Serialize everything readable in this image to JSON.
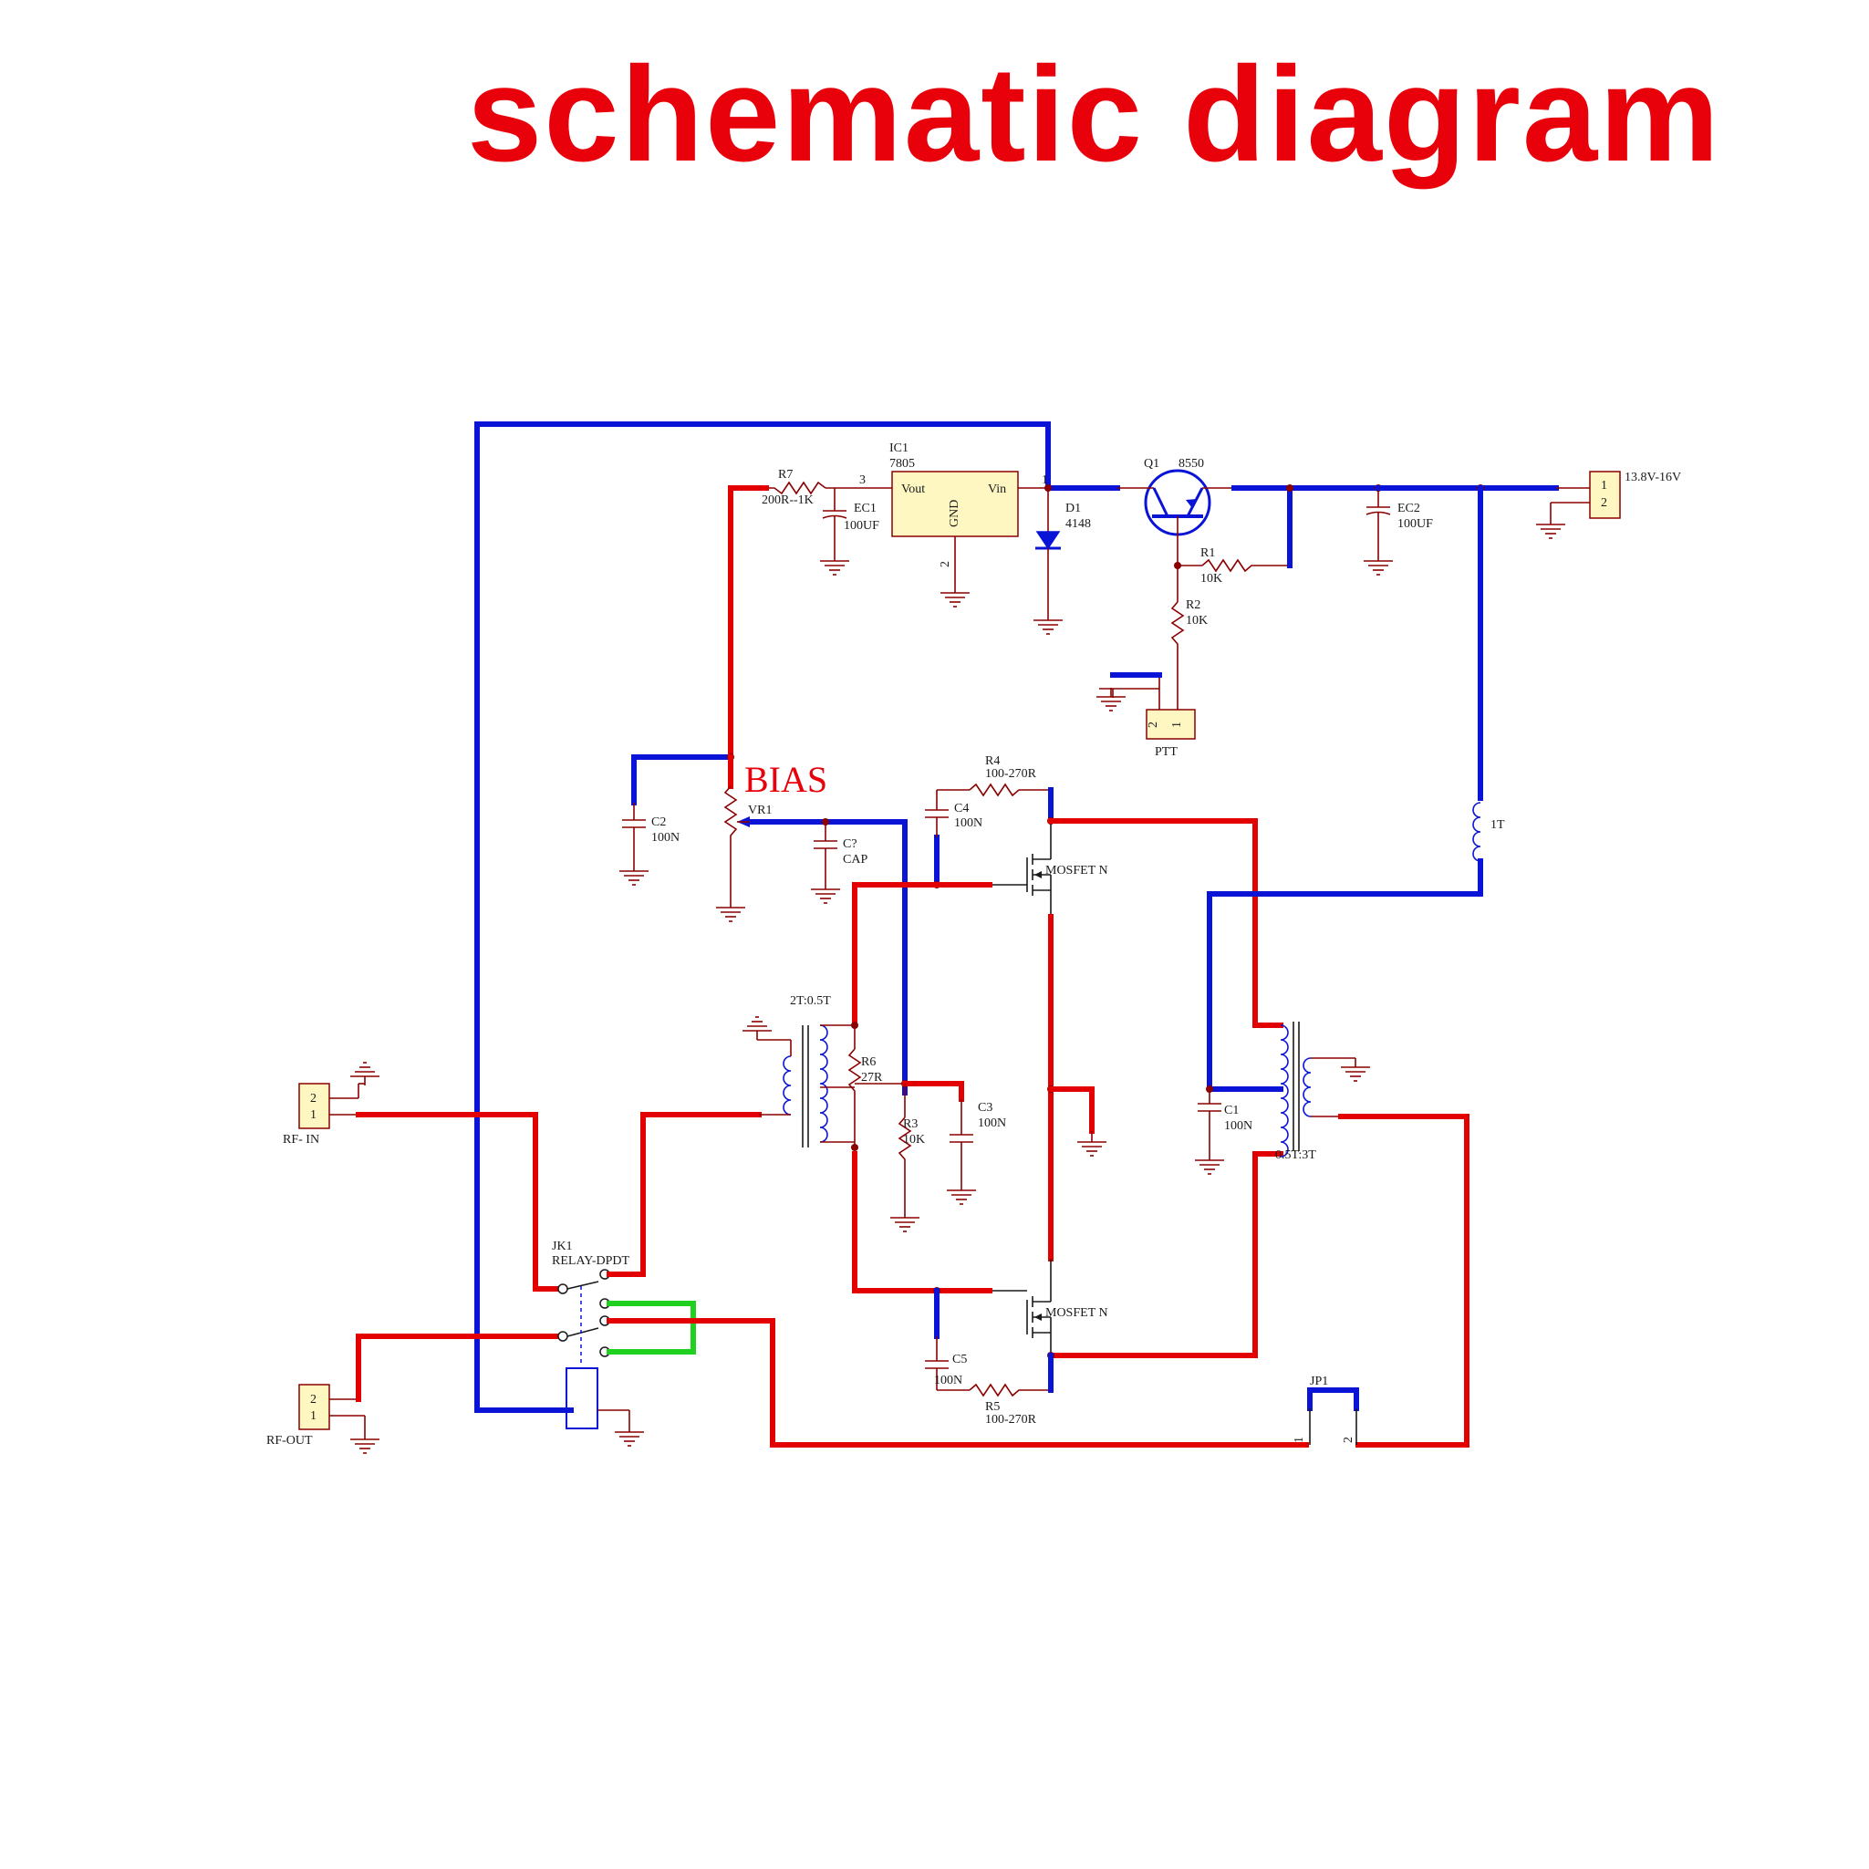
{
  "title": "schematic diagram",
  "labels": {
    "bias": "BIAS",
    "ic1_ref": "IC1",
    "ic1_part": "7805",
    "ic1_vout": "Vout",
    "ic1_vin": "Vin",
    "ic1_gnd": "GND",
    "ic1_pin3": "3",
    "ic1_pin1": "1",
    "ic1_pin2": "2",
    "r7_ref": "R7",
    "r7_val": "200R--1K",
    "ec1_ref": "EC1",
    "ec1_val": "100UF",
    "d1_ref": "D1",
    "d1_val": "4148",
    "q1_ref": "Q1",
    "q1_val": "8550",
    "r1_ref": "R1",
    "r1_val": "10K",
    "r2_ref": "R2",
    "r2_val": "10K",
    "ec2_ref": "EC2",
    "ec2_val": "100UF",
    "pwr_pin1": "1",
    "pwr_pin2": "2",
    "pwr_label": "13.8V-16V",
    "ptt_pin2": "2",
    "ptt_pin1": "1",
    "ptt_label": "PTT",
    "r4_ref": "R4",
    "r4_val": "100-270R",
    "c4_ref": "C4",
    "c4_val": "100N",
    "vr1_ref": "VR1",
    "c2_ref": "C2",
    "c2_val": "100N",
    "cq_ref": "C?",
    "cq_val": "CAP",
    "mosfet_top": "MOSFET N",
    "mosfet_bot": "MOSFET N",
    "l1_val": "1T",
    "t1_ratio": "2T:0.5T",
    "r6_ref": "R6",
    "r6_val": "27R",
    "r3_ref": "R3",
    "r3_val": "10K",
    "c3_ref": "C3",
    "c3_val": "100N",
    "c1_ref": "C1",
    "c1_val": "100N",
    "t2_ratio": "0.5T:3T",
    "rfin_pin2": "2",
    "rfin_pin1": "1",
    "rfin_label": "RF- IN",
    "rfout_pin2": "2",
    "rfout_pin1": "1",
    "rfout_label": "RF-OUT",
    "jk1_ref": "JK1",
    "jk1_part": "RELAY-DPDT",
    "c5_ref": "C5",
    "c5_val": "100N",
    "r5_ref": "R5",
    "r5_val": "100-270R",
    "jp1_ref": "JP1",
    "jp1_pin1": "1",
    "jp1_pin2": "2"
  },
  "colors": {
    "title": "#e8000b",
    "supply_wire": "#0a14d6",
    "rf_wire": "#e30000",
    "relay_bridge": "#1fd01f",
    "component": "#8b0000",
    "connector_fill": "#fff7c2"
  }
}
